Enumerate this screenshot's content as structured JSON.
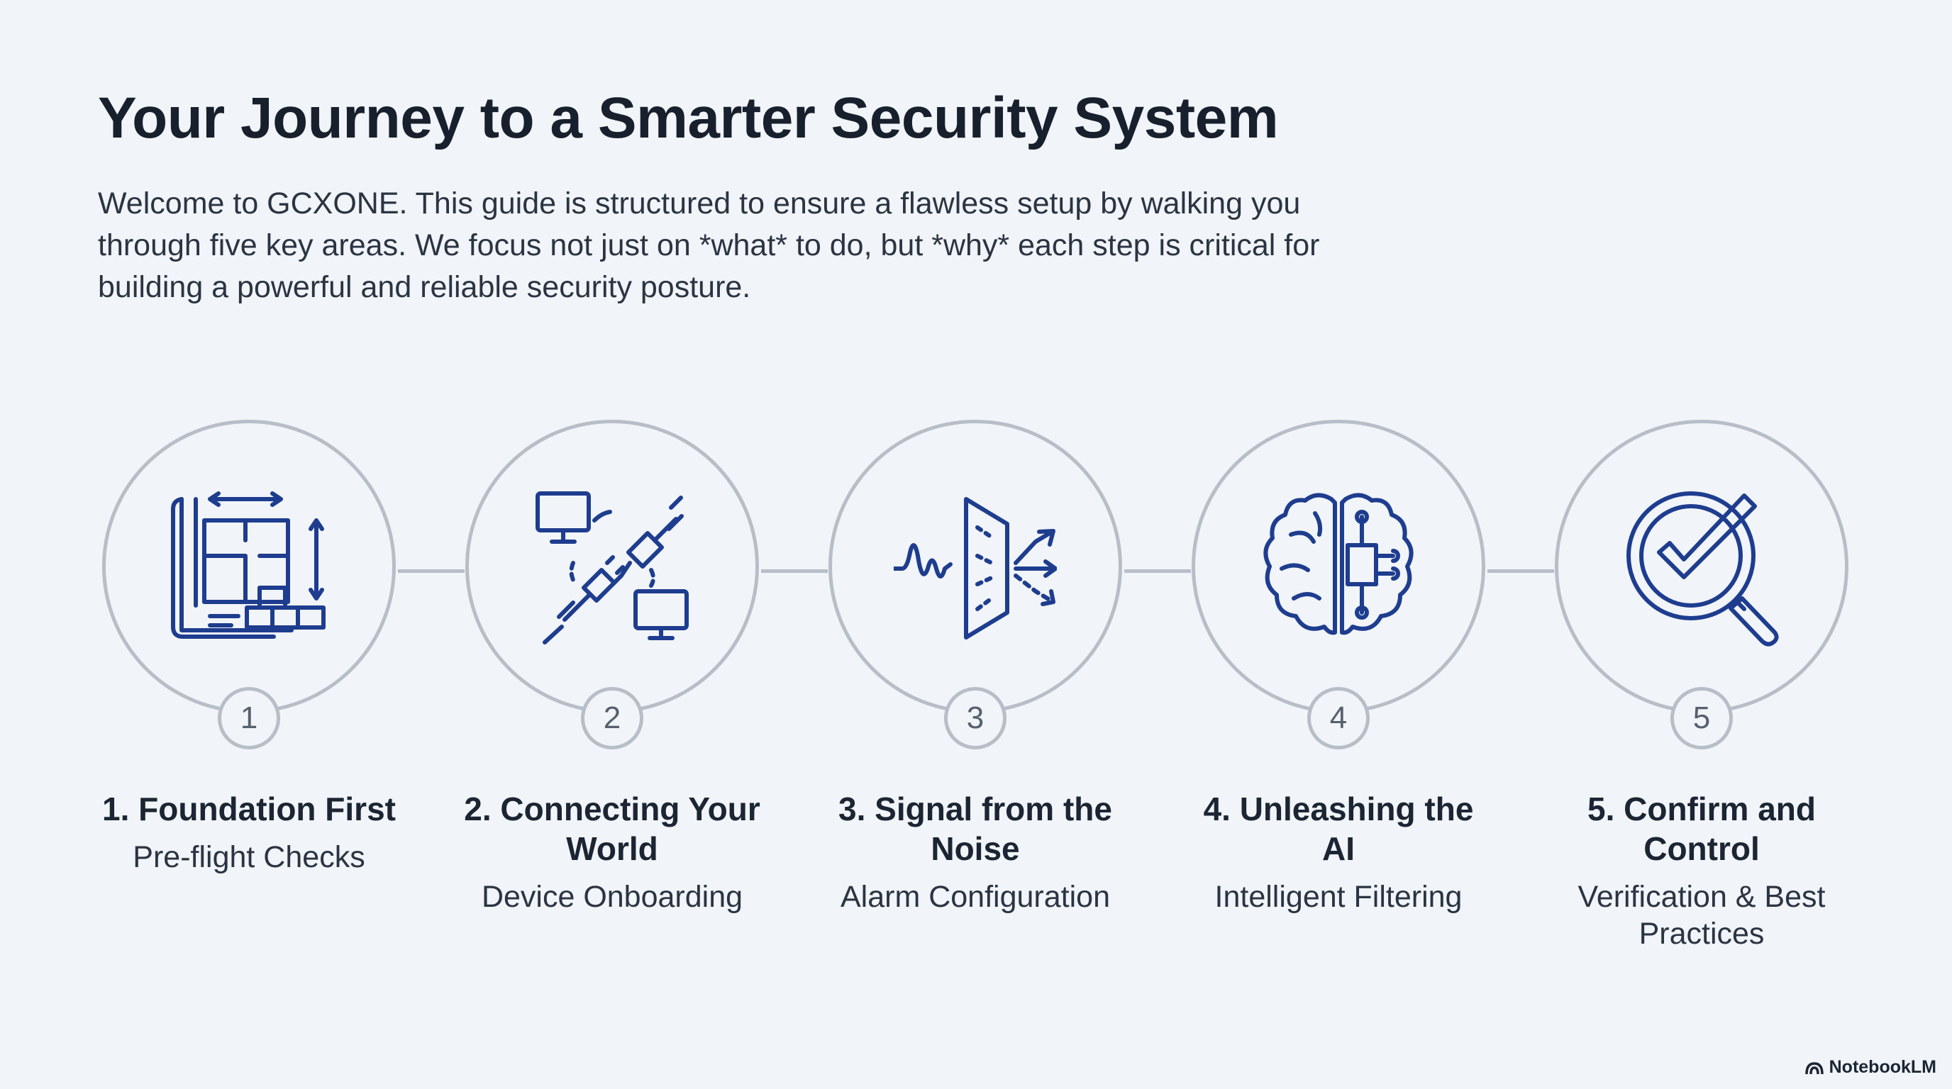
{
  "title": "Your Journey to a Smarter Security System",
  "intro": "Welcome to GCXONE. This guide is structured to ensure a flawless setup by walking you through five key areas. We focus not just on *what* to do, but *why* each step is critical for building a powerful and reliable security posture.",
  "colors": {
    "accent": "#1e3d8f",
    "ring": "#b8bec8",
    "background": "#f1f4f8",
    "text": "#1b2533"
  },
  "steps": [
    {
      "number": "1",
      "title": "1. Foundation First",
      "subtitle": "Pre-flight Checks",
      "icon": "blueprint-blocks-icon"
    },
    {
      "number": "2",
      "title": "2. Connecting Your World",
      "subtitle": "Device Onboarding",
      "icon": "plug-devices-icon"
    },
    {
      "number": "3",
      "title": "3. Signal from the Noise",
      "subtitle": "Alarm Configuration",
      "icon": "signal-filter-icon"
    },
    {
      "number": "4",
      "title": "4. Unleashing the AI",
      "subtitle": "Intelligent Filtering",
      "icon": "ai-brain-icon"
    },
    {
      "number": "5",
      "title": "5. Confirm and Control",
      "subtitle": "Verification & Best Practices",
      "icon": "check-magnifier-icon"
    }
  ],
  "brand": "NotebookLM"
}
